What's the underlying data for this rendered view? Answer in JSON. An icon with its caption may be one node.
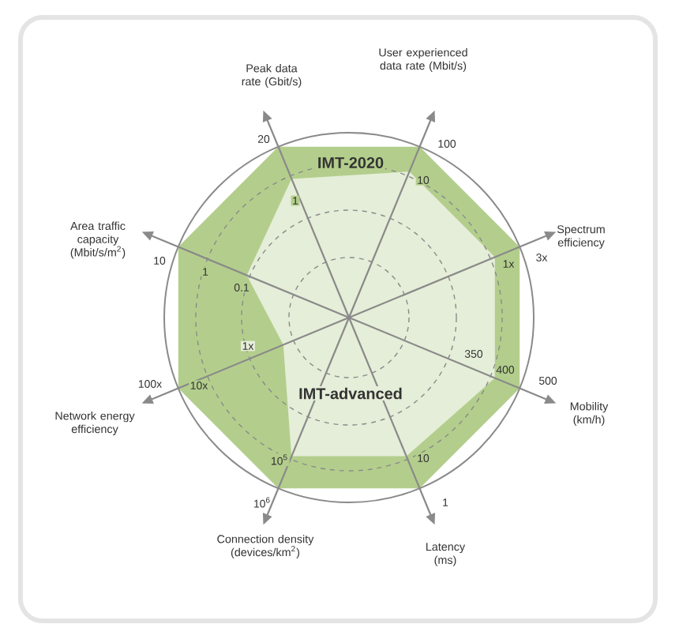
{
  "diagram": {
    "labels": [
      "Peak data rate (Gbit/s)",
      "User experienced data rate (Mbit/s)",
      "20",
      "100",
      "IMT-2020",
      "1",
      "10",
      "Area traffic capacity (Mbit/s/m$^{2}$)",
      "Spectrum efficiency",
      "10",
      "1",
      "0.1",
      "1x",
      "3x",
      "1x",
      "350",
      "10x",
      "400",
      "500",
      "100x",
      "IMT-advanced",
      "Mobility (km/h)",
      "Network energy efficiency",
      "10$^{5}$",
      "10",
      "10$^{6}$",
      "1",
      "Connection density (devices/km$^{2}$)",
      "Latency (ms)"
    ]
  }
}
